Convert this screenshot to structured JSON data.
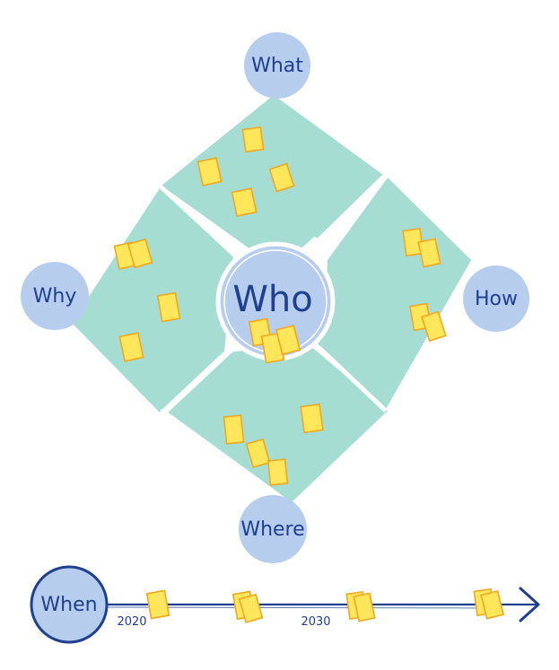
{
  "labels": {
    "what": "What",
    "why": "Why",
    "who": "Who",
    "how": "How",
    "where": "Where",
    "when": "When"
  },
  "timeline": {
    "year_start": "2020",
    "year_mid": "2030"
  },
  "colors": {
    "quadrant": "#a6ddd2",
    "circle_fill": "#b7cdee",
    "circle_stroke": "#ffffff",
    "ink": "#1f3f8f",
    "note_fill": "#ffe65a",
    "note_edge": "#f1a81e"
  }
}
